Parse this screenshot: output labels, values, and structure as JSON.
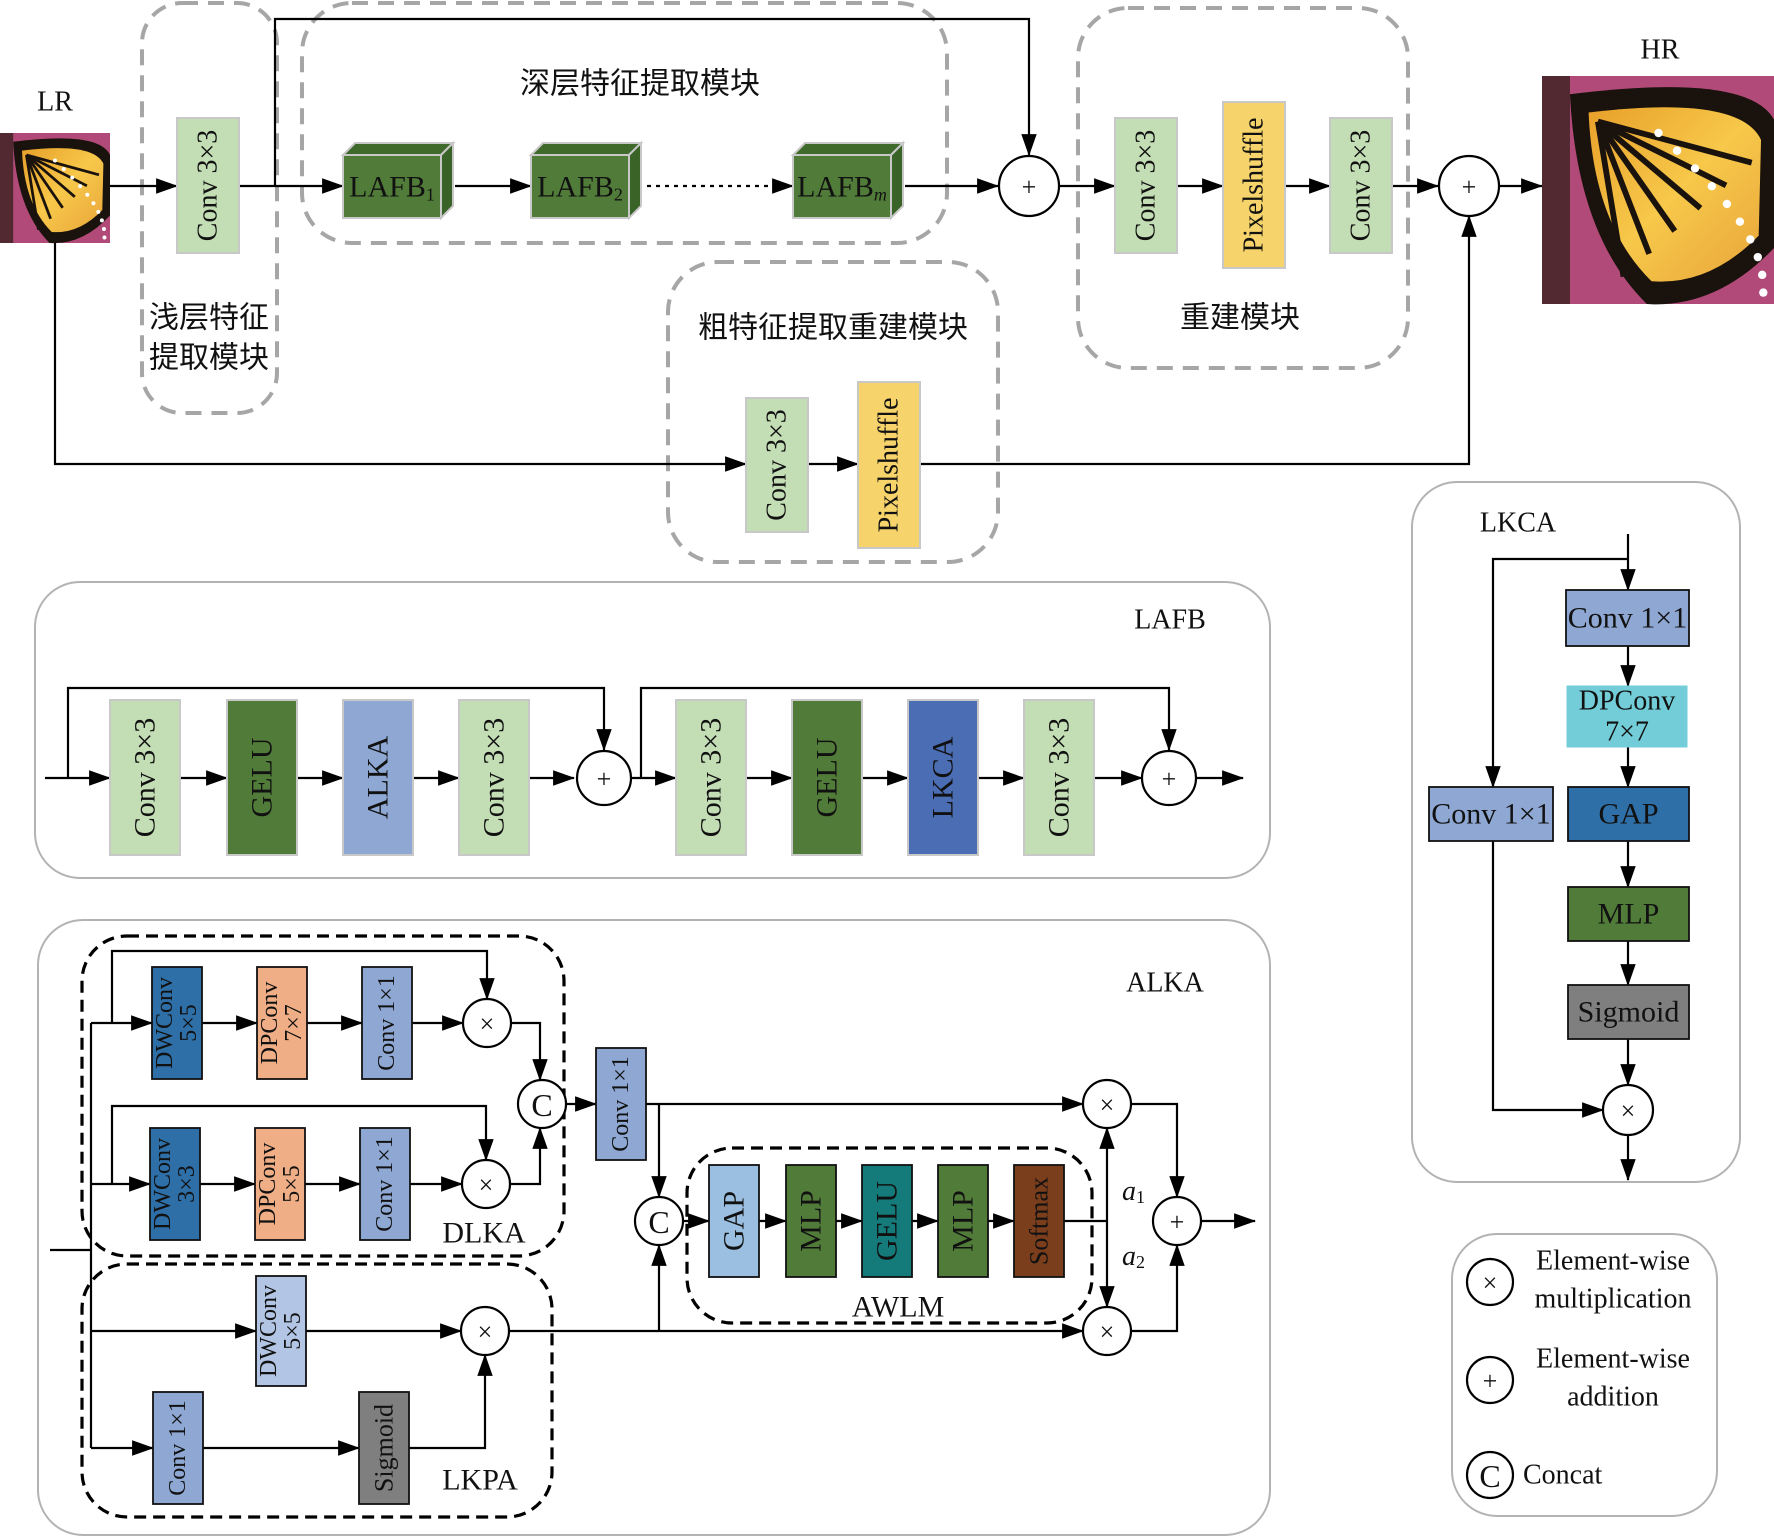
{
  "colors": {
    "conv3": "#c3ddb5",
    "pixelshuffle": "#f6d46b",
    "lafb": "#517b38",
    "gelu_green": "#517b38",
    "alka": "#8ea8d3",
    "lkca": "#4a6db3",
    "dwconv_dark": "#2e6fa8",
    "dpconv_orange": "#efae85",
    "conv1_blue": "#8ea8d3",
    "dwconv_light": "#b3c5e4",
    "sigmoid": "#7f7f7f",
    "gap_light": "#9bbfe0",
    "gelu_teal": "#147a7a",
    "softmax": "#7a3e1c",
    "dpconv_cyan": "#72cdd8",
    "gap_dark": "#2e6fa8",
    "image_wing": "#f2b630",
    "image_bg": "#b14a78"
  },
  "top": {
    "lr_label": "LR",
    "hr_label": "HR",
    "shallow": {
      "title_line1": "浅层特征",
      "title_line2": "提取模块",
      "conv": "Conv 3×3"
    },
    "deep": {
      "title": "深层特征提取模块",
      "blocks": [
        {
          "base": "LAFB",
          "sub": "1",
          "sub_italic": false
        },
        {
          "base": "LAFB",
          "sub": "2",
          "sub_italic": false
        },
        {
          "base": "LAFB",
          "sub": "m",
          "sub_italic": true
        }
      ]
    },
    "coarse": {
      "title": "粗特征提取重建模块",
      "conv": "Conv 3×3",
      "pixelshuffle": "Pixelshuffle"
    },
    "recon": {
      "title": "重建模块",
      "conv1": "Conv 3×3",
      "pixelshuffle": "Pixelshuffle",
      "conv2": "Conv 3×3"
    },
    "add_symbol": "+"
  },
  "lafb": {
    "title": "LAFB",
    "group1": [
      "Conv 3×3",
      "GELU",
      "ALKA",
      "Conv 3×3"
    ],
    "group2": [
      "Conv 3×3",
      "GELU",
      "LKCA",
      "Conv 3×3"
    ],
    "add_symbol": "+"
  },
  "alka": {
    "title": "ALKA",
    "dlka": {
      "label": "DLKA",
      "row1": [
        [
          "DWConv",
          "5×5"
        ],
        [
          "DPConv",
          "7×7"
        ],
        [
          "Conv 1×1"
        ]
      ],
      "row2": [
        [
          "DWConv",
          "3×3"
        ],
        [
          "DPConv",
          "5×5"
        ],
        [
          "Conv 1×1"
        ]
      ]
    },
    "lkpa": {
      "label": "LKPA",
      "dwconv": [
        "DWConv",
        "5×5"
      ],
      "conv": "Conv 1×1",
      "sigmoid": "Sigmoid"
    },
    "conv_mid": "Conv 1×1",
    "awlm": {
      "label": "AWLM",
      "blocks": [
        "GAP",
        "MLP",
        "GELU",
        "MLP",
        "Softmax"
      ]
    },
    "a1": "a",
    "a1_sub": "1",
    "a2": "a",
    "a2_sub": "2",
    "concat_symbol": "C",
    "mul_symbol": "×",
    "add_symbol": "+"
  },
  "lkca": {
    "title": "LKCA",
    "conv_top": "Conv 1×1",
    "dpconv": [
      "DPConv",
      "7×7"
    ],
    "conv_side": "Conv 1×1",
    "gap": "GAP",
    "mlp": "MLP",
    "sigmoid": "Sigmoid",
    "mul_symbol": "×"
  },
  "legend": {
    "items": [
      {
        "symbol": "×",
        "line1": "Element-wise",
        "line2": "multiplication"
      },
      {
        "symbol": "+",
        "line1": "Element-wise",
        "line2": "addition"
      },
      {
        "symbol": "C",
        "line1": "Concat",
        "line2": ""
      }
    ]
  }
}
